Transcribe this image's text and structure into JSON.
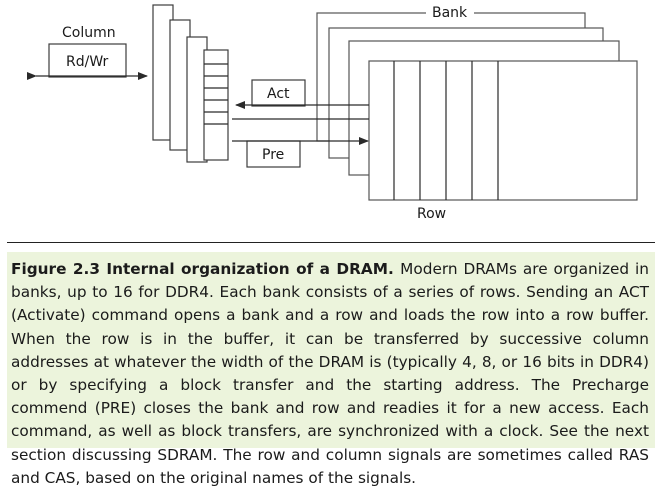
{
  "diagram": {
    "column_label": "Column",
    "rdwr_label": "Rd/Wr",
    "bank_label": "Bank",
    "act_label": "Act",
    "pre_label": "Pre",
    "row_label": "Row"
  },
  "caption": {
    "label": "Figure 2.3",
    "heading": "Internal organization of a DRAM.",
    "body": "Modern DRAMs are organized in banks, up to 16 for DDR4. Each bank consists of a series of rows. Sending an ACT (Activate) command opens a bank and a row and loads the row into a row buffer. When the row is in the buffer, it can be transferred by successive column addresses at whatever the width of the DRAM is (typically 4, 8, or 16 bits in DDR4) or by specifying a block transfer and the starting address. The Precharge commend (PRE) closes the bank and row and readies it for a new access. Each command, as well as block transfers, are synchronized with a clock. See the next section discussing SDRAM. The row and column signals are sometimes called RAS and CAS, based on the original names of the signals."
  },
  "colors": {
    "caption_background": "#ecf4dc",
    "line": "#2a2a2a"
  }
}
